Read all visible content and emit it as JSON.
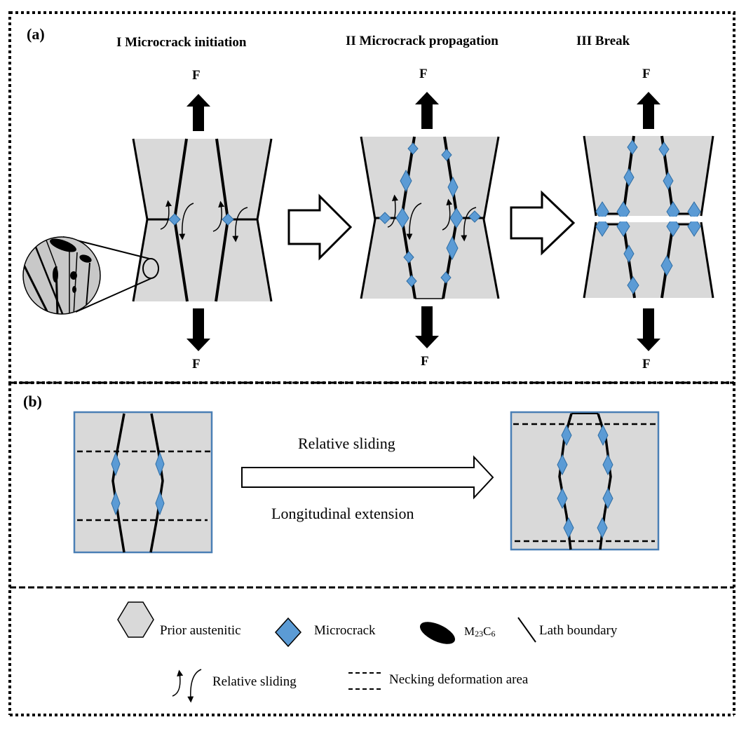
{
  "figure": {
    "colors": {
      "specimen_fill": "#d9d9d9",
      "microcrack": "#5b9bd5",
      "microcrack_stroke": "#2e6da4",
      "box_border": "#4a7fb5",
      "line": "#000000",
      "background": "#ffffff"
    }
  },
  "panel_a": {
    "label": "(a)",
    "stages": [
      {
        "title": "I Microcrack initiation",
        "force_top": "F",
        "force_bottom": "F"
      },
      {
        "title": "II Microcrack propagation",
        "force_top": "F",
        "force_bottom": "F"
      },
      {
        "title": "III Break",
        "force_top": "F",
        "force_bottom": "F"
      }
    ],
    "inset": "magnified-lath-microstructure"
  },
  "panel_b": {
    "label": "(b)",
    "arrow_top_text": "Relative sliding",
    "arrow_bottom_text": "Longitudinal extension"
  },
  "legend": {
    "items": [
      {
        "icon": "hexagon-icon",
        "label": "Prior austenitic"
      },
      {
        "icon": "diamond-icon",
        "label": "Microcrack"
      },
      {
        "icon": "ellipse-icon",
        "label_main": "M",
        "sub1": "23",
        "mid": "C",
        "sub2": "6"
      },
      {
        "icon": "slash-line-icon",
        "label": "Lath boundary"
      },
      {
        "icon": "sliding-arrows-icon",
        "label": "Relative sliding"
      },
      {
        "icon": "dashed-lines-icon",
        "label": "Necking deformation area"
      }
    ]
  }
}
